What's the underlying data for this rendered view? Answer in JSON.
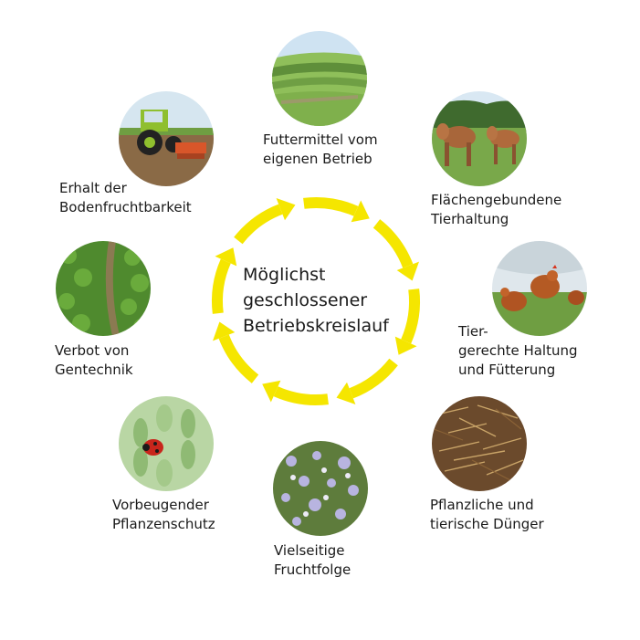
{
  "center": {
    "lines": [
      "Möglichst",
      "geschlossener",
      "Betriebskreislauf"
    ]
  },
  "nodes": [
    {
      "id": "feed",
      "lines": [
        "Futtermittel vom",
        "eigenen Betrieb"
      ],
      "photo": "grass-field"
    },
    {
      "id": "livestock",
      "lines": [
        "Flächengebundene",
        "Tierhaltung"
      ],
      "photo": "cattle-pasture"
    },
    {
      "id": "welfare",
      "lines": [
        "Tier-",
        "gerechte Haltung",
        "und Fütterung"
      ],
      "photo": "hens-outdoor"
    },
    {
      "id": "manure",
      "lines": [
        "Pflanzliche und",
        "tierische Dünger"
      ],
      "photo": "straw-manure"
    },
    {
      "id": "rotation",
      "lines": [
        "Vielseitige",
        "Fruchtfolge"
      ],
      "photo": "phacelia-flowers"
    },
    {
      "id": "protection",
      "lines": [
        "Vorbeugender",
        "Pflanzenschutz"
      ],
      "photo": "ladybug-on-wheat"
    },
    {
      "id": "gmo",
      "lines": [
        "Verbot von",
        "Gentechnik"
      ],
      "photo": "crop-rows"
    },
    {
      "id": "soil",
      "lines": [
        "Erhalt der",
        "Bodenfruchtbarkeit"
      ],
      "photo": "tractor-harrow"
    }
  ],
  "colors": {
    "arrow": "#f5e600",
    "text": "#1a1a1a",
    "background": "#ffffff"
  }
}
